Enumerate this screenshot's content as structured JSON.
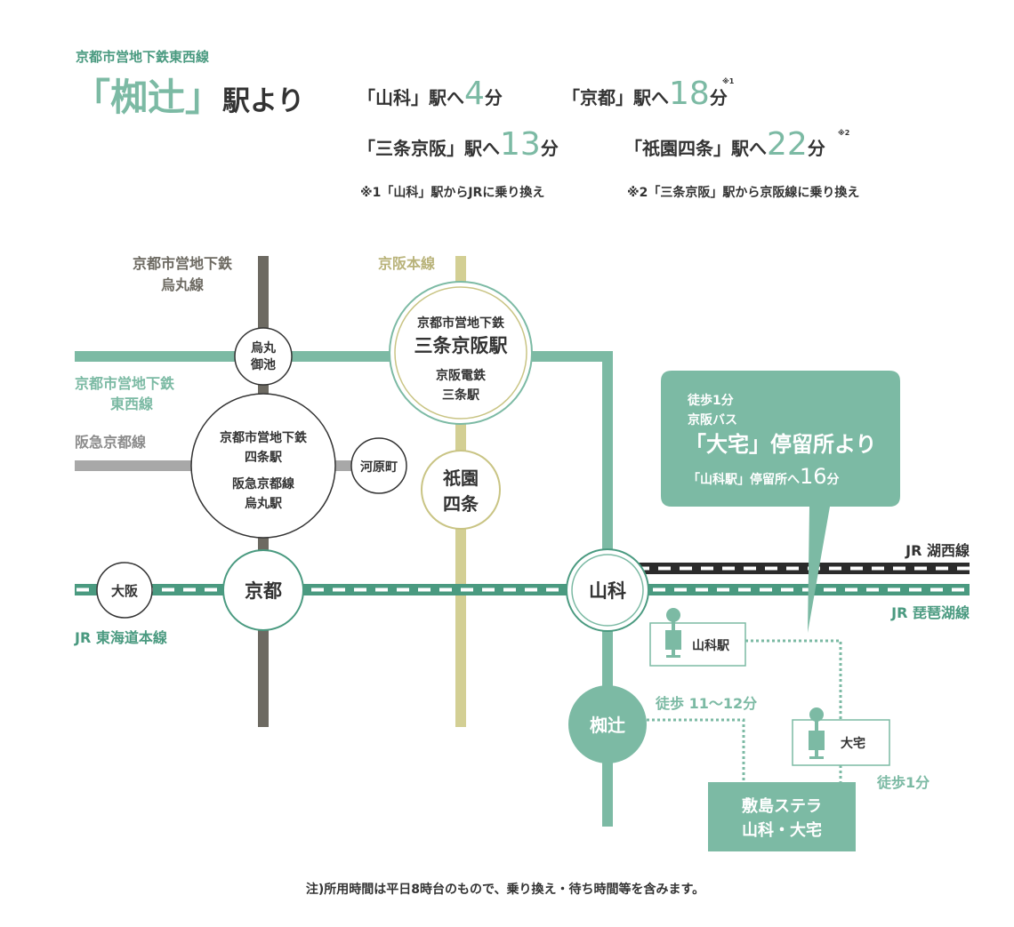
{
  "header": {
    "line_name": "京都市営地下鉄東西線",
    "station_bracket_open": "「",
    "station": "椥辻",
    "station_bracket_close": "」",
    "from_suffix": "駅より"
  },
  "times": [
    {
      "dest": "「山科」駅へ",
      "minutes": "4",
      "unit": "分",
      "mark": ""
    },
    {
      "dest": "「京都」駅へ",
      "minutes": "18",
      "unit": "分",
      "mark": "※1"
    },
    {
      "dest": "「三条京阪」駅へ",
      "minutes": "13",
      "unit": "分",
      "mark": ""
    },
    {
      "dest": "「祇園四条」駅へ",
      "minutes": "22",
      "unit": "分",
      "mark": "※2"
    }
  ],
  "notes": {
    "note1": "※1「山科」駅からJRに乗り換え",
    "note2": "※2「三条京阪」駅から京阪線に乗り換え",
    "footer": "注)所用時間は平日8時台のもので、乗り換え・待ち時間等を含みます。"
  },
  "lines": {
    "karasuma_1": "京都市営地下鉄",
    "karasuma_2": "烏丸線",
    "keihan": "京阪本線",
    "tozai_1": "京都市営地下鉄",
    "tozai_2": "東西線",
    "hankyu": "阪急京都線",
    "kosei": "JR 湖西線",
    "biwako": "JR 琵琶湖線",
    "tokaido": "JR 東海道本線"
  },
  "stations": {
    "karasuma_oike_1": "烏丸",
    "karasuma_oike_2": "御池",
    "sanjo_1": "京都市営地下鉄",
    "sanjo_2": "三条京阪駅",
    "sanjo_3": "京阪電鉄",
    "sanjo_4": "三条駅",
    "shijo_1": "京都市営地下鉄",
    "shijo_2": "四条駅",
    "shijo_3": "阪急京都線",
    "shijo_4": "烏丸駅",
    "kawaramachi": "河原町",
    "gion_1": "祇園",
    "gion_2": "四条",
    "osaka": "大阪",
    "kyoto": "京都",
    "yamashina": "山科",
    "nagitsuji": "椥辻"
  },
  "bus_callout": {
    "walk": "徒歩1分",
    "company": "京阪バス",
    "stop": "「大宅」停留所より",
    "to_prefix": "「山科駅」停留所へ",
    "minutes": "16",
    "unit": "分"
  },
  "local_map": {
    "bus_stop_yamashina": "山科駅",
    "bus_stop_oyake": "大宅",
    "walk_from_nagitsuji": "徒歩 11〜12分",
    "walk_from_oyake": "徒歩1分",
    "property_1": "敷島ステラ",
    "property_2": "山科・大宅"
  },
  "colors": {
    "tozai": "#7cbaa4",
    "jr": "#4a9a80",
    "karasuma": "#6d6a62",
    "keihan": "#d3cf94",
    "hankyu": "#a8a8a8",
    "kosei": "#2b2b2b"
  }
}
